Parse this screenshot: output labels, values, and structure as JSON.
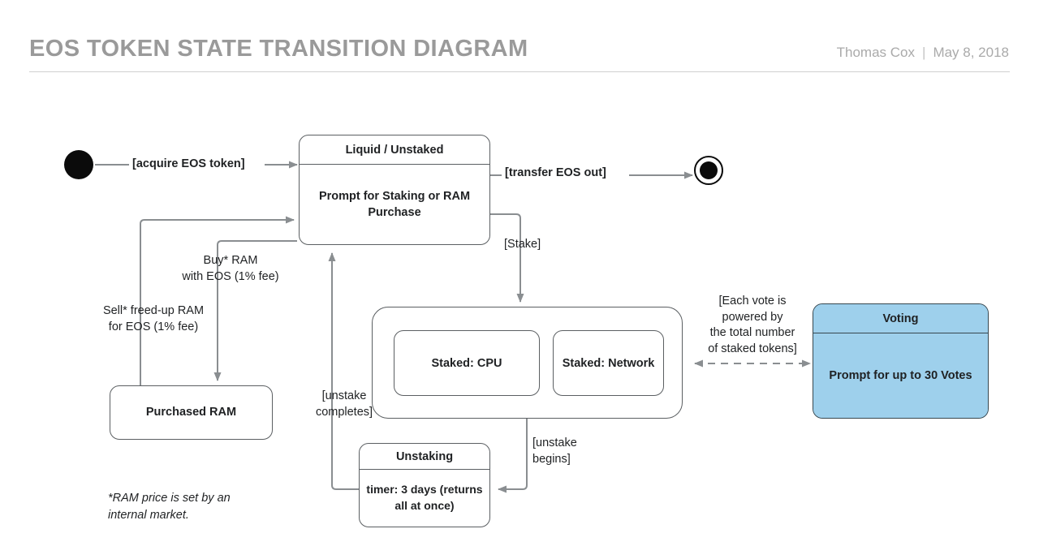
{
  "header": {
    "title": "EOS TOKEN STATE TRANSITION DIAGRAM",
    "author": "Thomas Cox",
    "separator": "|",
    "date": "May 8, 2018"
  },
  "nodes": {
    "start": {
      "name": "initial-state"
    },
    "end": {
      "name": "final-state"
    },
    "liquid": {
      "title": "Liquid / Unstaked",
      "body": "Prompt for Staking\nor RAM Purchase"
    },
    "staked": {
      "cpu": "Staked: CPU",
      "network": "Staked: Network"
    },
    "voting": {
      "title": "Voting",
      "body": "Prompt for\nup to 30 Votes",
      "fill": "#9ed0ec"
    },
    "unstaking": {
      "title": "Unstaking",
      "body": "timer: 3 days\n(returns all at\nonce)"
    },
    "purchased_ram": {
      "title": "Purchased RAM"
    }
  },
  "edges": {
    "acquire": "[acquire EOS token]",
    "transfer_out": "[transfer EOS out]",
    "stake": "[Stake]",
    "buy_ram": "Buy* RAM\nwith EOS (1% fee)",
    "sell_ram": "Sell* freed-up RAM\nfor EOS (1% fee)",
    "unstake_completes": "[unstake\ncompletes]",
    "unstake_begins": "[unstake\nbegins]",
    "each_vote": "[Each vote is\npowered by\nthe total number\nof staked tokens]"
  },
  "footnote": "*RAM price is set by an\ninternal market.",
  "colors": {
    "title_gray": "#9a9a9a",
    "line_gray": "#8a8e91",
    "stroke_dark": "#5b5f62",
    "voting_fill": "#9ed0ec",
    "text_dark": "#1f2123"
  }
}
